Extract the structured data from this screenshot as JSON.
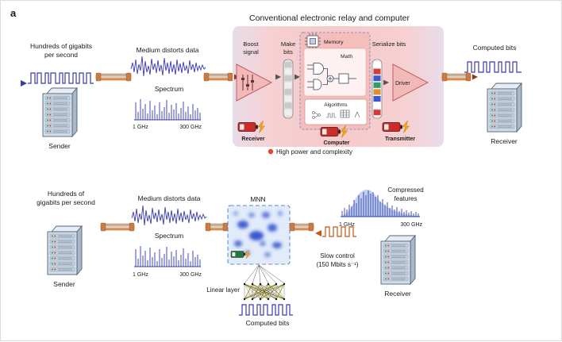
{
  "panel_label": "a",
  "colors": {
    "signal_blue": "#3a3aa8",
    "label_blue": "#3340bb",
    "freq_red": "#cc3030",
    "cable_orange": "#d98a50",
    "relay_pink": "#f6caca",
    "battery_red": "#cf2a2a",
    "battery_green": "#1f7a3f",
    "bolt_yellow": "#f2a71b",
    "mnn_blob_blue": "#2747c8",
    "slow_control_orange": "#c85510",
    "mesh_yellow": "#d4c21e",
    "note_bullet_red": "#e8452e"
  },
  "top": {
    "title": "Conventional electronic relay and computer",
    "sender_rate_line1": "Hundreds of gigabits",
    "sender_rate_line2": "per second",
    "sender_label": "Sender",
    "medium_label": "Medium distorts data",
    "spectrum_label": "Spectrum",
    "freq_low": "1 GHz",
    "freq_high": "300 GHz",
    "boost_line1": "Boost",
    "boost_line2": "signal",
    "make_line1": "Make",
    "make_line2": "bits",
    "memory_label": "Memory",
    "math_label": "Math",
    "algorithms_label": "Algorithms",
    "serialize_label": "Serialize bits",
    "driver_label": "Driver",
    "receiver_unit_label": "Receiver",
    "computer_unit_label": "Computer",
    "transmitter_unit_label": "Transmitter",
    "complexity_note": "High power and complexity",
    "computed_bits_label": "Computed bits",
    "receiver_label": "Receiver"
  },
  "bottom": {
    "sender_rate_line1": "Hundreds of",
    "sender_rate_line2": "gigabits per second",
    "sender_label": "Sender",
    "medium_label": "Medium distorts data",
    "spectrum_label": "Spectrum",
    "freq_low": "1 GHz",
    "freq_high": "300 GHz",
    "mnn_label": "MNN",
    "compressed_line1": "Compressed",
    "compressed_line2": "features",
    "freq_low_out": "1 GHz",
    "freq_high_out": "300 GHz",
    "slow_control_line1": "Slow control",
    "slow_control_line2": "(150 Mbits s⁻¹)",
    "linear_layer_label": "Linear layer",
    "computed_bits_label": "Computed bits",
    "receiver_label": "Receiver"
  }
}
